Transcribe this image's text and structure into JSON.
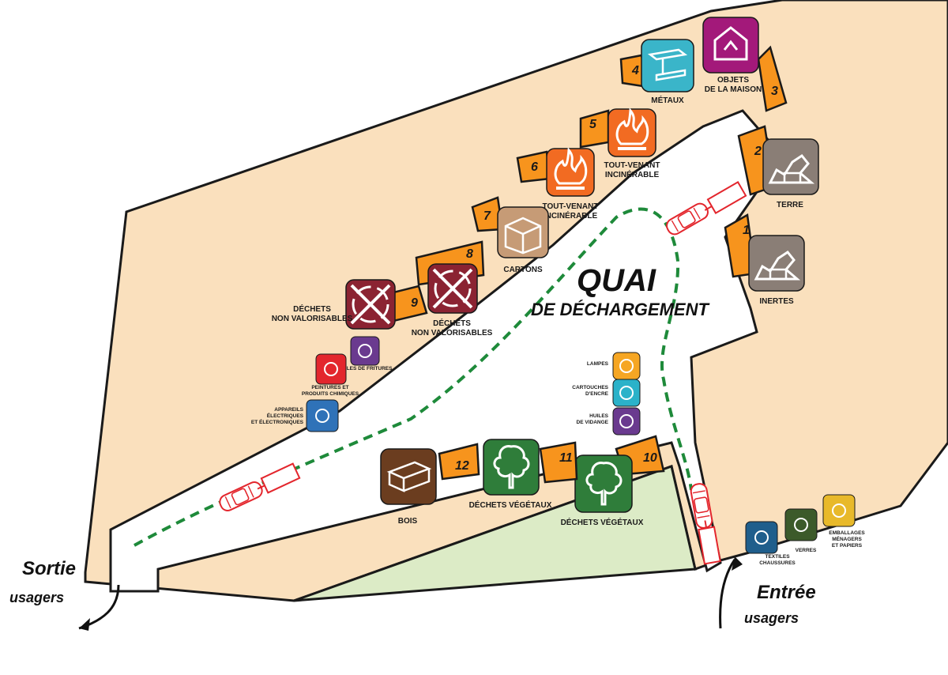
{
  "title": {
    "line1": "QUAI",
    "line2": "DE DÉCHARGEMENT"
  },
  "exit": {
    "line1": "Sortie",
    "line2": "usagers"
  },
  "entrance": {
    "line1": "Entrée",
    "line2": "usagers"
  },
  "colors": {
    "ground": "#fae0bd",
    "bay": "#f7941d",
    "route": "#1e8a3a",
    "lawn": "#dcebc6",
    "outline": "#1a1a1a"
  },
  "bays": [
    {
      "number": "1",
      "label": [
        "INERTES"
      ],
      "color": "#8a7e76",
      "icon": "rubble-icon"
    },
    {
      "number": "2",
      "label": [
        "TERRE"
      ],
      "color": "#8a7e76",
      "icon": "rubble-icon"
    },
    {
      "number": "3",
      "label": [
        "OBJETS",
        "DE LA MAISON"
      ],
      "color": "#a3197a",
      "icon": "house-recycle-icon"
    },
    {
      "number": "4",
      "label": [
        "MÉTAUX"
      ],
      "color": "#3ab5c9",
      "icon": "metal-beam-icon"
    },
    {
      "number": "5",
      "label": [
        "TOUT-VENANT",
        "INCINÉRABLE"
      ],
      "color": "#f26b22",
      "icon": "flame-icon"
    },
    {
      "number": "6",
      "label": [
        "TOUT-VENANT",
        "INCINÉRABLE"
      ],
      "color": "#f26b22",
      "icon": "flame-icon"
    },
    {
      "number": "7",
      "label": [
        "CARTONS"
      ],
      "color": "#c69b76",
      "icon": "cardboard-box-icon"
    },
    {
      "number": "8",
      "label": [
        "DÉCHETS",
        "NON VALORISABLES"
      ],
      "color": "#8b2332",
      "icon": "crossed-recycle-icon"
    },
    {
      "number": "9",
      "label": [
        "DÉCHETS",
        "NON VALORISABLES"
      ],
      "color": "#8b2332",
      "icon": "crossed-recycle-icon"
    },
    {
      "number": "10",
      "label": [
        "DÉCHETS VÉGÉTAUX"
      ],
      "color": "#2f7d3a",
      "icon": "tree-icon"
    },
    {
      "number": "11",
      "label": [
        "DÉCHETS VÉGÉTAUX"
      ],
      "color": "#2f7d3a",
      "icon": "tree-icon"
    },
    {
      "number": "12",
      "label": [
        "BOIS"
      ],
      "color": "#6b3d1f",
      "icon": "pallet-icon"
    }
  ],
  "small_points": [
    {
      "label": [
        "HUILES DE FRITURES"
      ],
      "color": "#6a3a8f",
      "icon": "oil-bottle-icon"
    },
    {
      "label": [
        "PEINTURES ET",
        "PRODUITS CHIMIQUES"
      ],
      "color": "#e3262d",
      "icon": "paint-can-icon"
    },
    {
      "label": [
        "APPAREILS",
        "ÉLECTRIQUES",
        "ET ÉLECTRONIQUES"
      ],
      "color": "#2f72b8",
      "icon": "appliances-icon"
    },
    {
      "label": [
        "LAMPES"
      ],
      "color": "#f6a623",
      "icon": "lamp-icon"
    },
    {
      "label": [
        "CARTOUCHES",
        "D'ENCRE"
      ],
      "color": "#2bb2c9",
      "icon": "ink-cartridge-icon"
    },
    {
      "label": [
        "HUILES",
        "DE VIDANGE"
      ],
      "color": "#6a3a8f",
      "icon": "oil-can-icon"
    },
    {
      "label": [
        "TEXTILES",
        "CHAUSSURES"
      ],
      "color": "#1f5e8c",
      "icon": "textile-icon"
    },
    {
      "label": [
        "VERRES"
      ],
      "color": "#3c5a2a",
      "icon": "glass-bottle-icon"
    },
    {
      "label": [
        "EMBALLAGES",
        "MÉNAGERS",
        "ET PAPIERS"
      ],
      "color": "#e8b92a",
      "icon": "packaging-icon"
    }
  ]
}
